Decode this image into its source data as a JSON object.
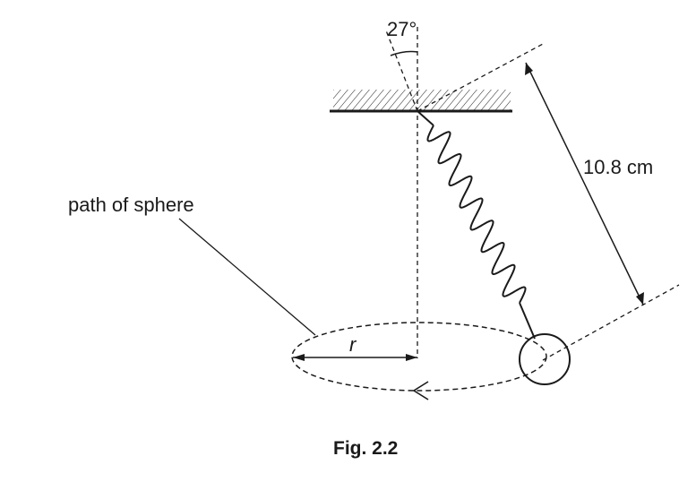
{
  "figure": {
    "angle_label": "27°",
    "length_label": "10.8 cm",
    "path_label": "path of sphere",
    "radius_label": "r",
    "caption": "Fig. 2.2"
  }
}
